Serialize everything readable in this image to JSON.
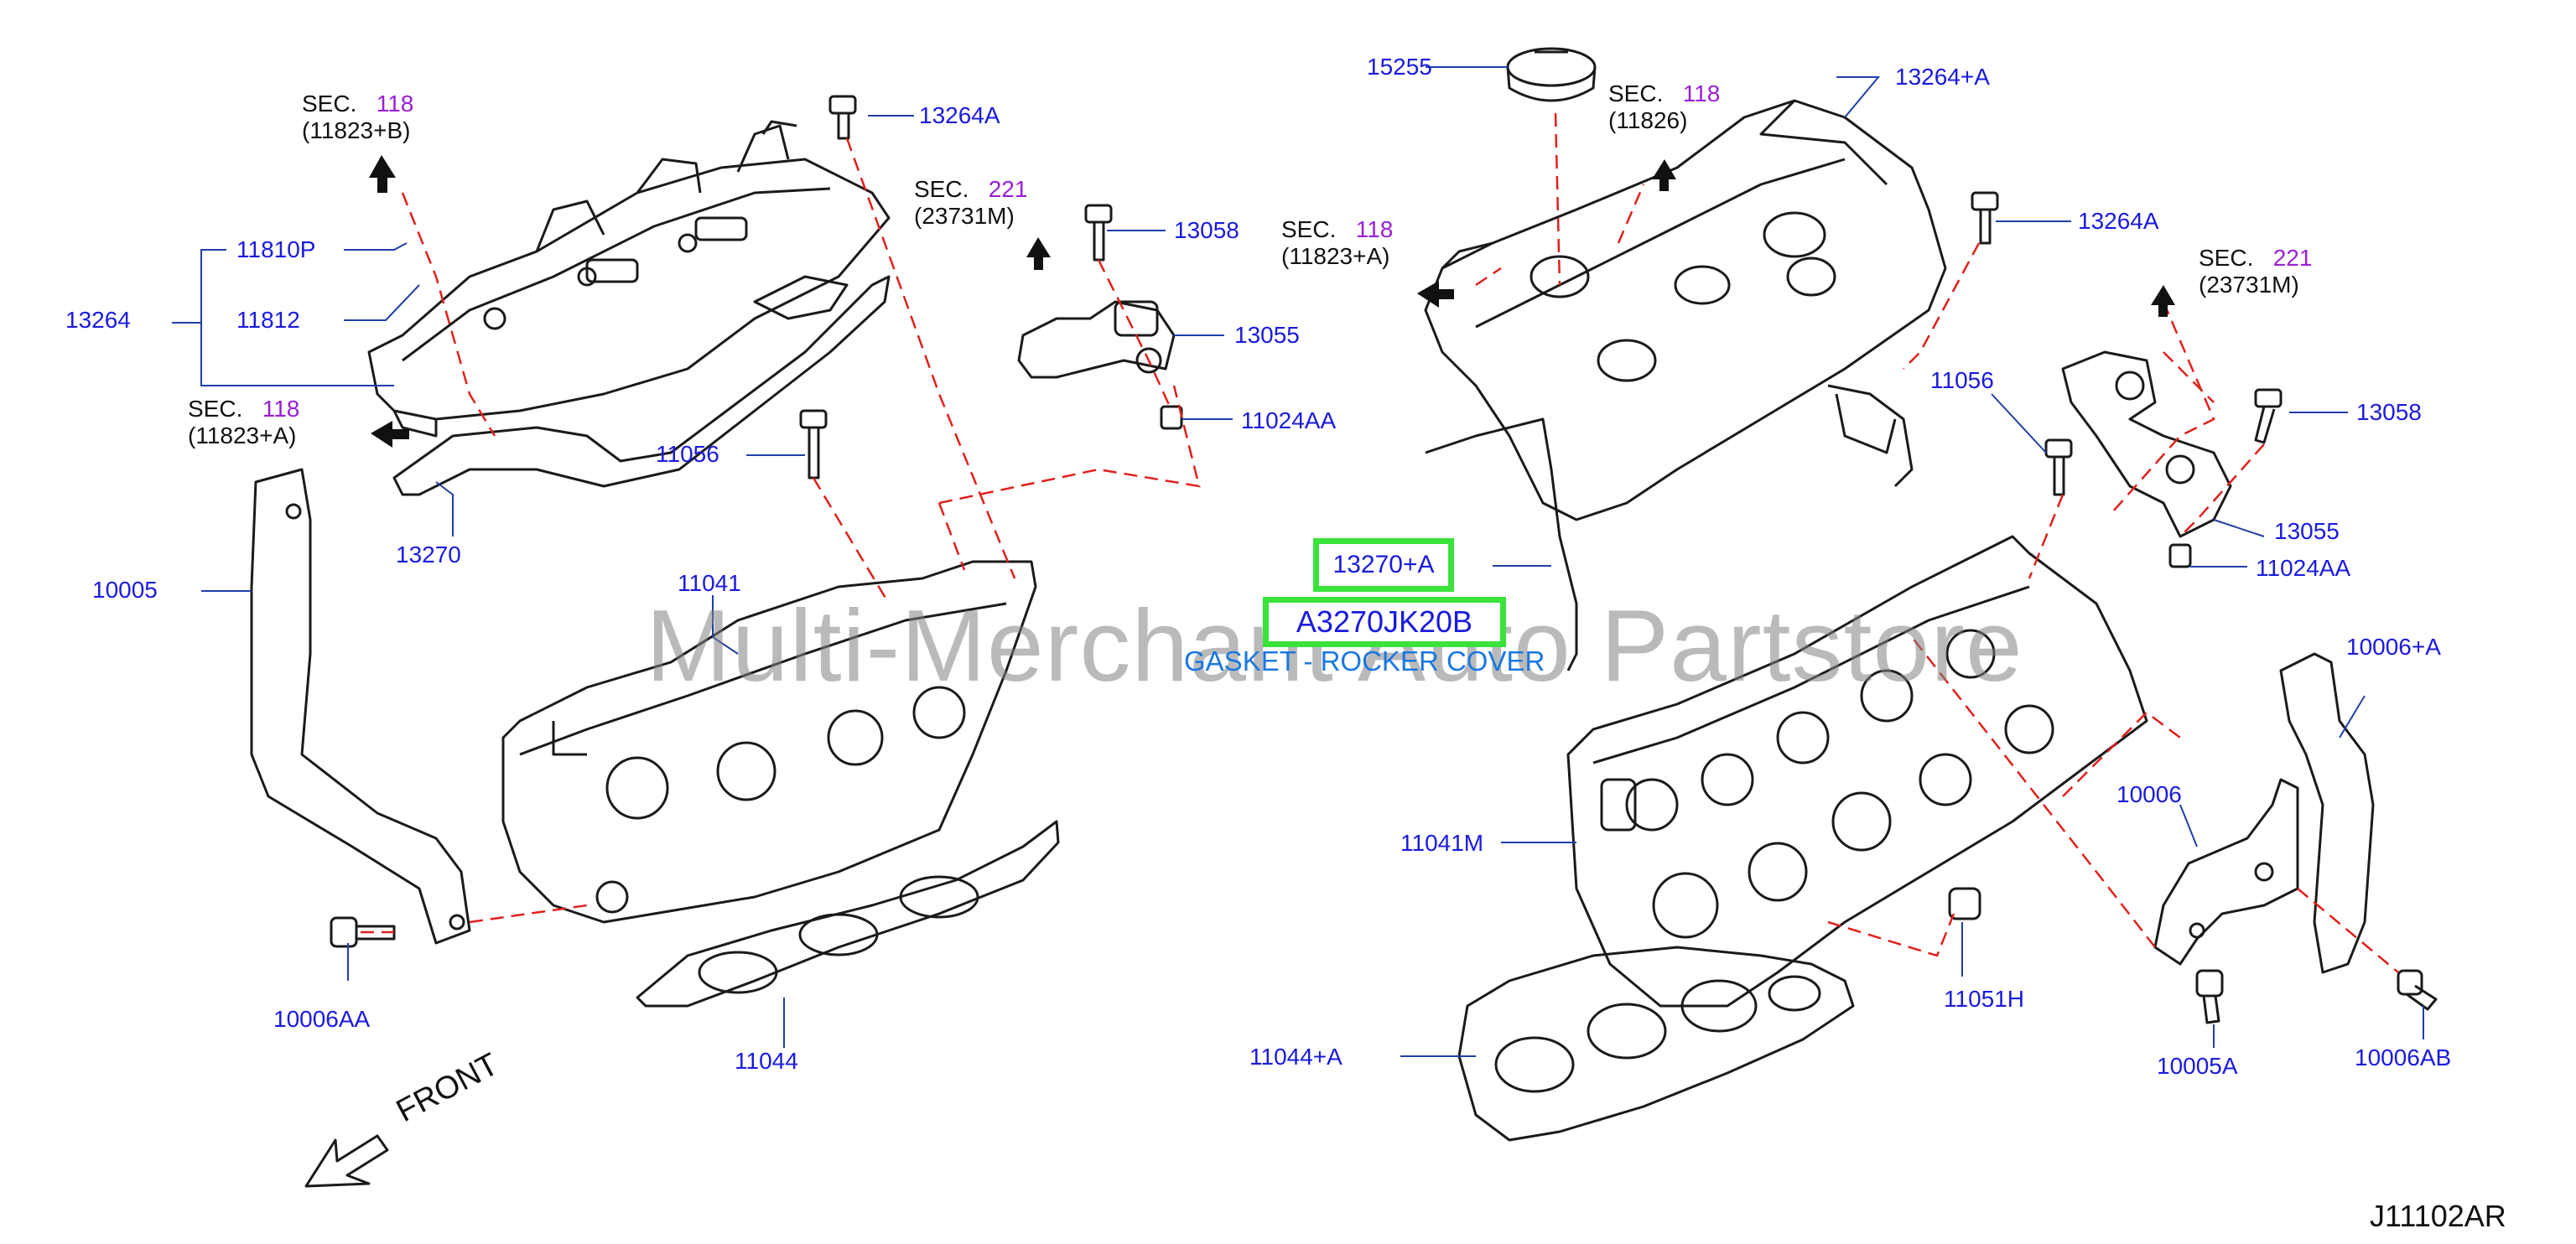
{
  "parts": {
    "p15255": "15255",
    "p13264A_top": "13264A",
    "p13264_plusA": "13264+A",
    "p13264A_right": "13264A",
    "p13058_left": "13058",
    "p13058_right": "13058",
    "p13055_left": "13055",
    "p13055_right": "13055",
    "p11024AA_left": "11024AA",
    "p11024AA_right": "11024AA",
    "p11810P": "11810P",
    "p13264": "13264",
    "p11812": "11812",
    "p11056_left": "11056",
    "p11056_right": "11056",
    "p13270": "13270",
    "p10005": "10005",
    "p11041": "11041",
    "p11041M": "11041M",
    "p10006": "10006",
    "p10006_plusA": "10006+A",
    "p10006AA": "10006AA",
    "p11044": "11044",
    "p11044_plusA": "11044+A",
    "p11051H": "11051H",
    "p10005A": "10005A",
    "p10006AB": "10006AB"
  },
  "sections": {
    "s1": {
      "prefix": "SEC.",
      "num": "118",
      "ref": "(11823+B)"
    },
    "s2": {
      "prefix": "SEC.",
      "num": "221",
      "ref": "(23731M)"
    },
    "s3": {
      "prefix": "SEC.",
      "num": "118",
      "ref": "(11823+A)"
    },
    "s4": {
      "prefix": "SEC.",
      "num": "118",
      "ref": "(11826)"
    },
    "s5": {
      "prefix": "SEC.",
      "num": "118",
      "ref": "(11823+A)"
    },
    "s6": {
      "prefix": "SEC.",
      "num": "221",
      "ref": "(23731M)"
    }
  },
  "highlight": {
    "part_label": "13270+A",
    "part_number": "A3270JK20B",
    "description": "GASKET - ROCKER COVER"
  },
  "watermark": "Multi-Merchant Auto Partstore",
  "front_label": "FRONT",
  "diagram_code": "J11102AR",
  "colors": {
    "label_blue": "#1a1adf",
    "section_purple": "#9a1fd6",
    "highlight_green": "#39e33a",
    "description_blue": "#1b78e0",
    "leader_red": "#e0201b"
  }
}
